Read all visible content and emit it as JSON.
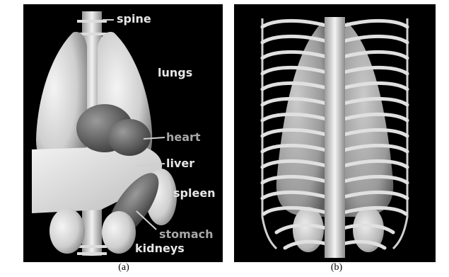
{
  "panel_a": {
    "caption": "(a)",
    "labels": {
      "spine": "spine",
      "lungs": "lungs",
      "heart": "heart",
      "liver": "liver",
      "spleen": "spleen",
      "stomach": "stomach",
      "kidneys": "kidneys"
    }
  },
  "panel_b": {
    "caption": "(b)"
  },
  "colors": {
    "background": "#000000",
    "organ_light": "#e8e8e8",
    "organ_shade": "#8a8a8a",
    "heart": "#6e6e6e",
    "label_light": "#e6e6e6",
    "label_grey": "#a8a8a8"
  }
}
